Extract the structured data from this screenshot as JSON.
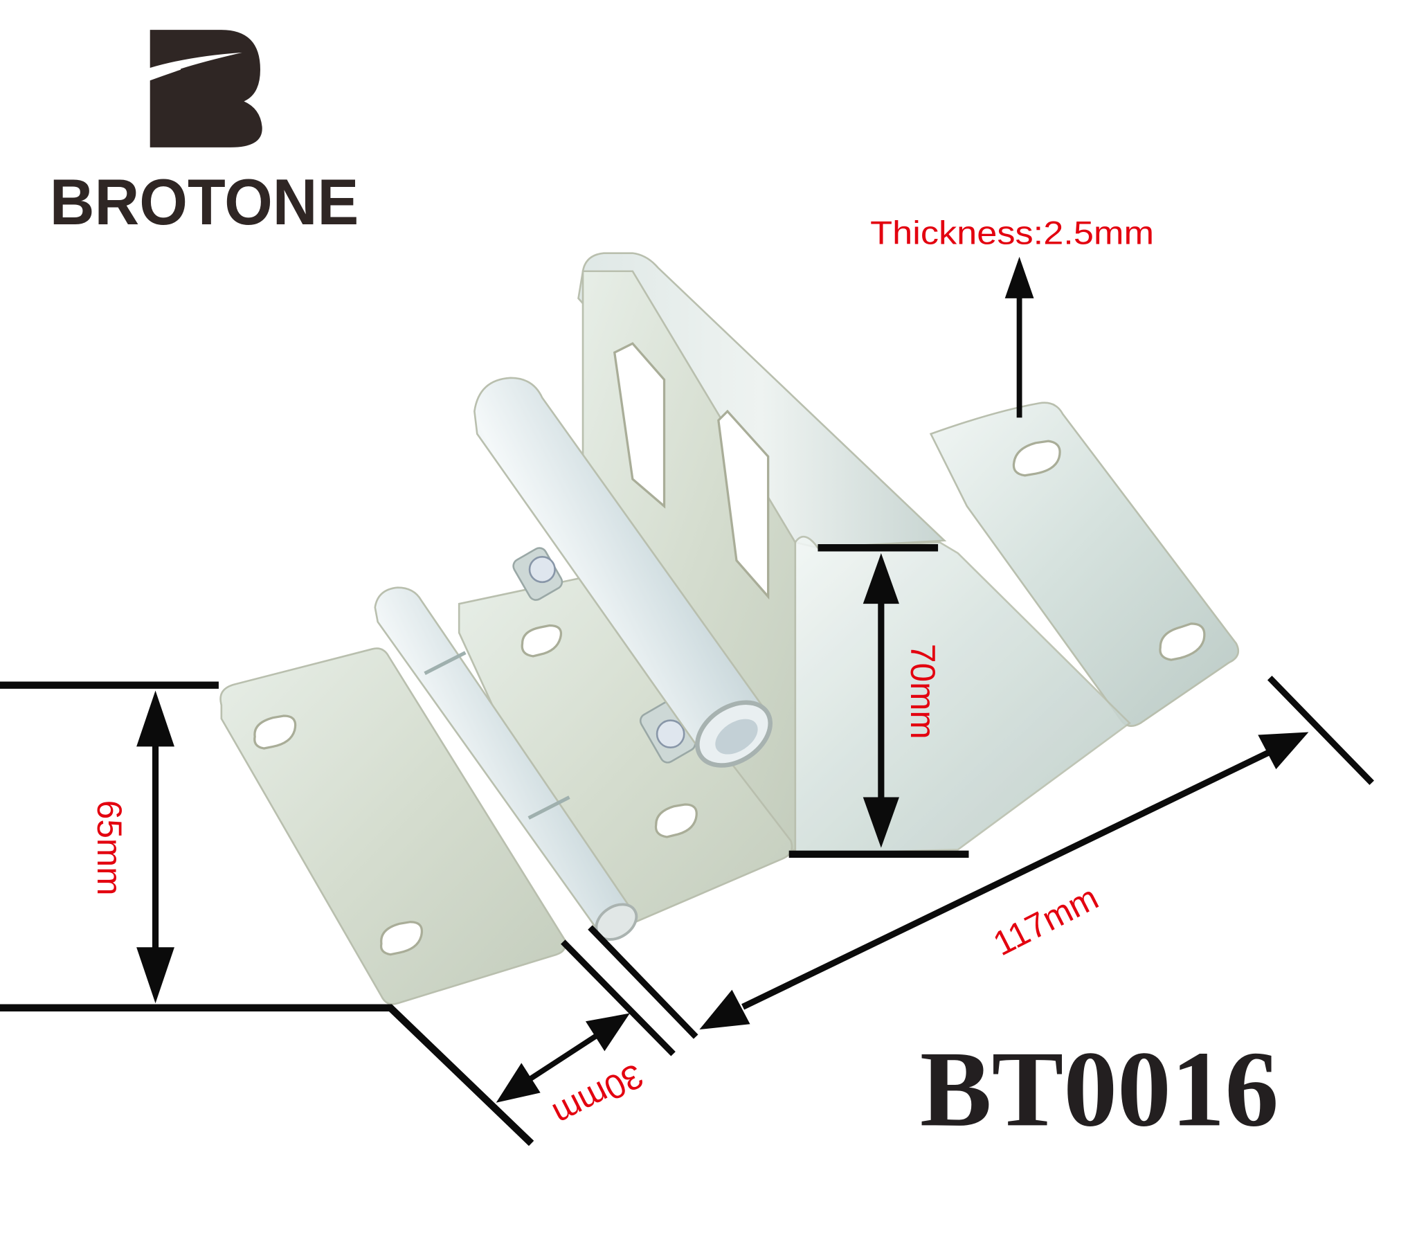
{
  "brand": {
    "name": "BROTONE",
    "logo_icon": "brotone-b-monogram-icon",
    "color": "#2f2624"
  },
  "product": {
    "model": "BT0016",
    "image": "galvanized-steel-garage-door-hinge"
  },
  "annotations": {
    "thickness": {
      "label": "Thickness:2.5mm",
      "arrow": "arrow-up"
    },
    "height_left": {
      "label": "65mm",
      "orientation": "vertical"
    },
    "height_bracket": {
      "label": "70mm",
      "orientation": "vertical"
    },
    "knuckle_width": {
      "label": "30mm",
      "orientation": "diagonal"
    },
    "overall_length": {
      "label": "117mm",
      "orientation": "diagonal"
    }
  },
  "colors": {
    "dimension_text": "#e3000f",
    "dimension_lines": "#0b0b0b",
    "background": "#ffffff",
    "metal_light": "#eef4f2",
    "metal_mid": "#cfdcd8",
    "metal_dark": "#a9b8b4"
  }
}
